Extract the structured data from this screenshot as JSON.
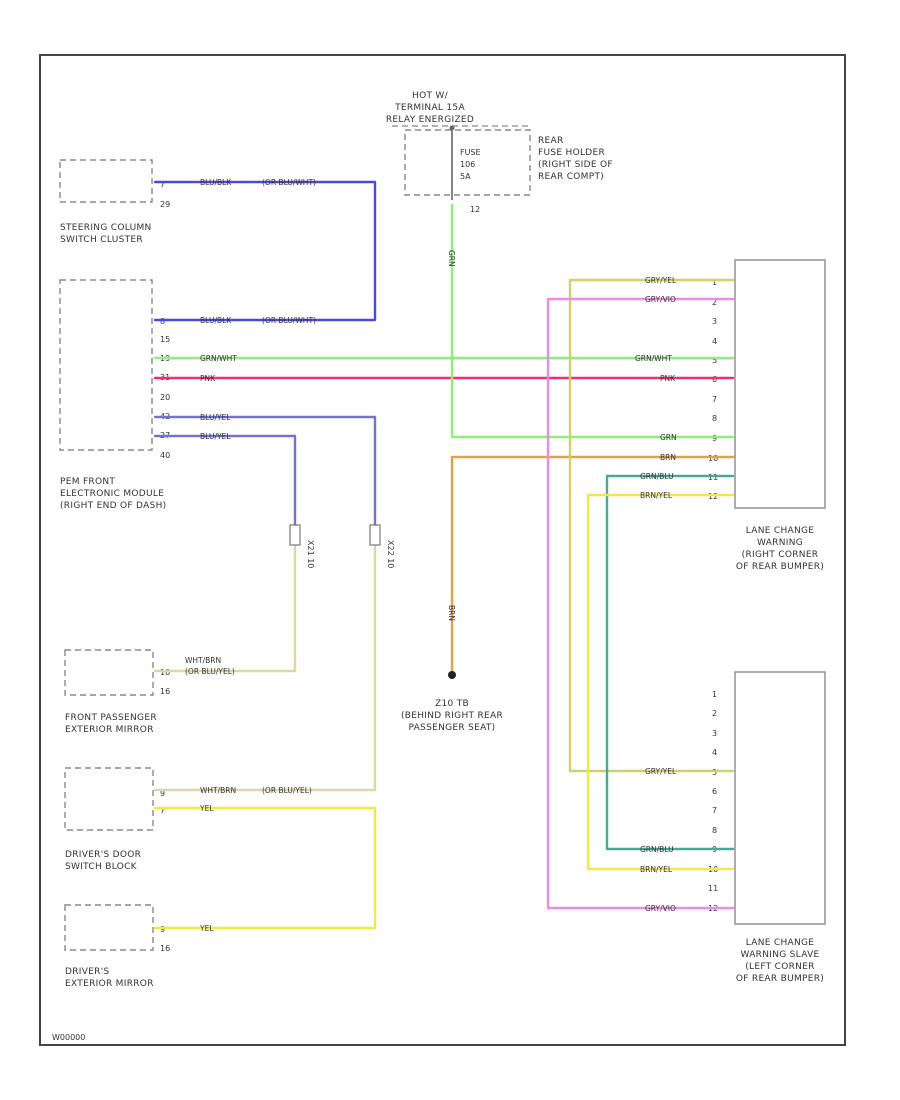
{
  "figure_id": "W00000",
  "power": {
    "hot_label": "HOT W/",
    "terminal_label": "TERMINAL 15A",
    "relay_label": "RELAY ENERGIZED",
    "fuse_label": "FUSE",
    "fuse_number": "106",
    "fuse_rating": "5A",
    "fuse_pin": "12",
    "holder_label": [
      "REAR",
      "FUSE HOLDER",
      "(RIGHT SIDE OF",
      "REAR COMPT)"
    ]
  },
  "components": {
    "steering": {
      "label": [
        "STEERING COLUMN",
        "SWITCH CLUSTER"
      ],
      "pins": [
        "7",
        "29"
      ],
      "wire_labels": [
        "BLU/BLK",
        "(OR BLU/WHT)"
      ]
    },
    "pem": {
      "label": [
        "PEM FRONT",
        "ELECTRONIC MODULE",
        "(RIGHT END OF DASH)"
      ],
      "pins": [
        "8",
        "15",
        "19",
        "31",
        "20",
        "42",
        "27",
        "40"
      ],
      "wire_labels": [
        "BLU/BLK",
        "(OR BLU/WHT)",
        "GRN/WHT",
        "PNK",
        "BLU/YEL",
        "BLU/YEL"
      ]
    },
    "front_mirror": {
      "label": [
        "FRONT PASSENGER",
        "EXTERIOR MIRROR"
      ],
      "pins": [
        "10",
        "16"
      ],
      "wire_labels": [
        "WHT/BRN",
        "(OR BLU/YEL)"
      ]
    },
    "door_switch": {
      "label": [
        "DRIVER'S DOOR",
        "SWITCH BLOCK"
      ],
      "pins": [
        "9",
        "7"
      ],
      "wire_labels": [
        "WHT/BRN",
        "(OR BLU/YEL)",
        "YEL"
      ]
    },
    "driver_mirror": {
      "label": [
        "DRIVER'S",
        "EXTERIOR MIRROR"
      ],
      "pins": [
        "9",
        "16"
      ],
      "wire_labels": [
        "YEL"
      ]
    },
    "ground": {
      "label": [
        "Z10 TB",
        "(BEHIND RIGHT REAR",
        "PASSENGER SEAT)"
      ],
      "wire_label": "BRN"
    },
    "lcw_right": {
      "label": [
        "LANE CHANGE",
        "WARNING",
        "(RIGHT CORNER",
        "OF REAR BUMPER)"
      ],
      "pins": [
        "1",
        "2",
        "3",
        "4",
        "5",
        "6",
        "7",
        "8",
        "9",
        "10",
        "11",
        "12"
      ],
      "wire_labels": [
        "GRY/YEL",
        "GRY/VIO",
        "GRN/WHT",
        "PNK",
        "GRN",
        "BRN",
        "GRN/BLU",
        "BRN/YEL"
      ]
    },
    "lcw_slave": {
      "label": [
        "LANE CHANGE",
        "WARNING SLAVE",
        "(LEFT CORNER",
        "OF REAR BUMPER)"
      ],
      "pins": [
        "1",
        "2",
        "3",
        "4",
        "5",
        "6",
        "7",
        "8",
        "9",
        "10",
        "11",
        "12"
      ],
      "wire_labels": [
        "GRY/YEL",
        "GRN/BLU",
        "BRN/YEL",
        "GRY/VIO"
      ]
    }
  },
  "connectors": {
    "c1": "X21 10",
    "c2": "X22 10"
  },
  "green_label": "GRN",
  "colors": {
    "blue": "#4a4ad6",
    "green": "#8ef07a",
    "pink": "#f0306a",
    "tan": "#d9a44a",
    "lavender": "#7373d6",
    "olive": "#cfcf6b",
    "yellow": "#f2e84a",
    "magenta": "#e98de8",
    "teal": "#4aa898",
    "cream": "#dfd6a2"
  }
}
